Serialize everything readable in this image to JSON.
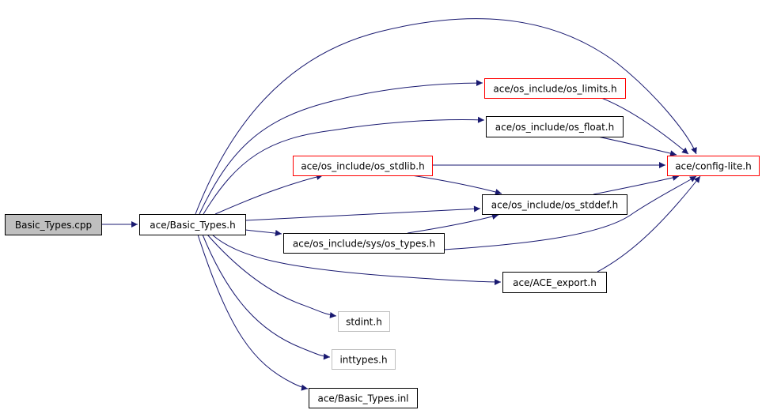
{
  "title": "Include dependency graph for Basic_Types.cpp",
  "colors": {
    "edge": "#191970",
    "border_normal": "#000000",
    "border_truncated": "#ff0000",
    "border_external": "#bfbfbf",
    "fill_root": "#bfbfbf",
    "fill_default": "#ffffff"
  },
  "nodes": [
    {
      "id": "basic_types_cpp",
      "label": "Basic_Types.cpp",
      "kind": "root"
    },
    {
      "id": "basic_types_h",
      "label": "ace/Basic_Types.h",
      "kind": "normal"
    },
    {
      "id": "os_limits",
      "label": "ace/os_include/os_limits.h",
      "kind": "truncated"
    },
    {
      "id": "os_float",
      "label": "ace/os_include/os_float.h",
      "kind": "normal"
    },
    {
      "id": "config_lite",
      "label": "ace/config-lite.h",
      "kind": "truncated"
    },
    {
      "id": "os_stdlib",
      "label": "ace/os_include/os_stdlib.h",
      "kind": "truncated"
    },
    {
      "id": "os_stddef",
      "label": "ace/os_include/os_stddef.h",
      "kind": "normal"
    },
    {
      "id": "os_types",
      "label": "ace/os_include/sys/os_types.h",
      "kind": "normal"
    },
    {
      "id": "ace_export",
      "label": "ace/ACE_export.h",
      "kind": "normal"
    },
    {
      "id": "stdint",
      "label": "stdint.h",
      "kind": "external"
    },
    {
      "id": "inttypes",
      "label": "inttypes.h",
      "kind": "external"
    },
    {
      "id": "basic_types_inl",
      "label": "ace/Basic_Types.inl",
      "kind": "normal"
    }
  ],
  "edges": [
    {
      "from": "basic_types_cpp",
      "to": "basic_types_h"
    },
    {
      "from": "basic_types_h",
      "to": "config_lite"
    },
    {
      "from": "basic_types_h",
      "to": "os_limits"
    },
    {
      "from": "basic_types_h",
      "to": "os_float"
    },
    {
      "from": "basic_types_h",
      "to": "os_stdlib"
    },
    {
      "from": "basic_types_h",
      "to": "os_stddef"
    },
    {
      "from": "basic_types_h",
      "to": "os_types"
    },
    {
      "from": "basic_types_h",
      "to": "ace_export"
    },
    {
      "from": "basic_types_h",
      "to": "stdint"
    },
    {
      "from": "basic_types_h",
      "to": "inttypes"
    },
    {
      "from": "basic_types_h",
      "to": "basic_types_inl"
    },
    {
      "from": "os_limits",
      "to": "config_lite"
    },
    {
      "from": "os_float",
      "to": "config_lite"
    },
    {
      "from": "os_stdlib",
      "to": "config_lite"
    },
    {
      "from": "os_stdlib",
      "to": "os_stddef"
    },
    {
      "from": "os_stddef",
      "to": "config_lite"
    },
    {
      "from": "os_types",
      "to": "os_stddef"
    },
    {
      "from": "os_types",
      "to": "config_lite"
    },
    {
      "from": "ace_export",
      "to": "config_lite"
    }
  ]
}
